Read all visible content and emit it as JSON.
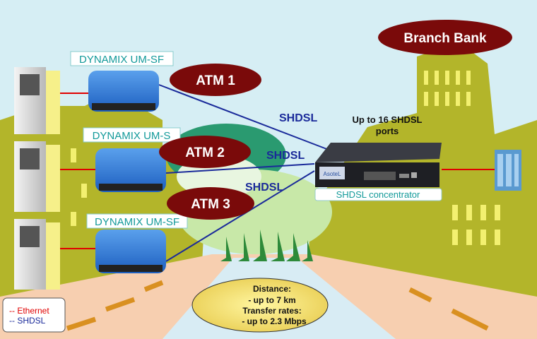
{
  "branch": {
    "label": "Branch Bank"
  },
  "atms": [
    {
      "label": "ATM 1",
      "modem": "DYNAMIX UM-SF"
    },
    {
      "label": "ATM 2",
      "modem": "DYNAMIX UM-S"
    },
    {
      "label": "ATM 3",
      "modem": "DYNAMIX UM-SF"
    }
  ],
  "links": {
    "shdsl_1": "SHDSL",
    "shdsl_2": "SHDSL",
    "shdsl_3": "SHDSL"
  },
  "concentrator": {
    "ports_line1": "Up to 16 SHDSL",
    "ports_line2": "ports",
    "label": "SHDSL concentrator",
    "logo": "AsoteL"
  },
  "specs": {
    "line1": "Distance:",
    "line2": "-  up to 7 km",
    "line3": "Transfer rates:",
    "line4": "- up to  2.3 Mbps"
  },
  "legend": {
    "ethernet": "-- Ethernet",
    "shdsl": "-- SHDSL"
  },
  "colors": {
    "ethernet": "#e00000",
    "shdsl": "#1a2a9a",
    "bubble": "#7a0a0a",
    "building": "#b3b52a",
    "sky": "#d6eef4"
  }
}
